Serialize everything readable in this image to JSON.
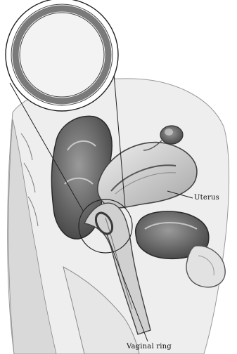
{
  "labels": {
    "uterus": "Uterus",
    "vaginal_ring": "Vaginal ring"
  },
  "colors": {
    "ink": "#111111",
    "tissue_light": "#e6e6e6",
    "tissue_mid": "#bdbdbd",
    "tissue_dark": "#5a5a5a",
    "ring_gray": "#8f8f8f"
  },
  "icons": {
    "magnified_ring": "ring-closeup-icon",
    "anatomy": "pelvic-cross-section-illustration"
  }
}
